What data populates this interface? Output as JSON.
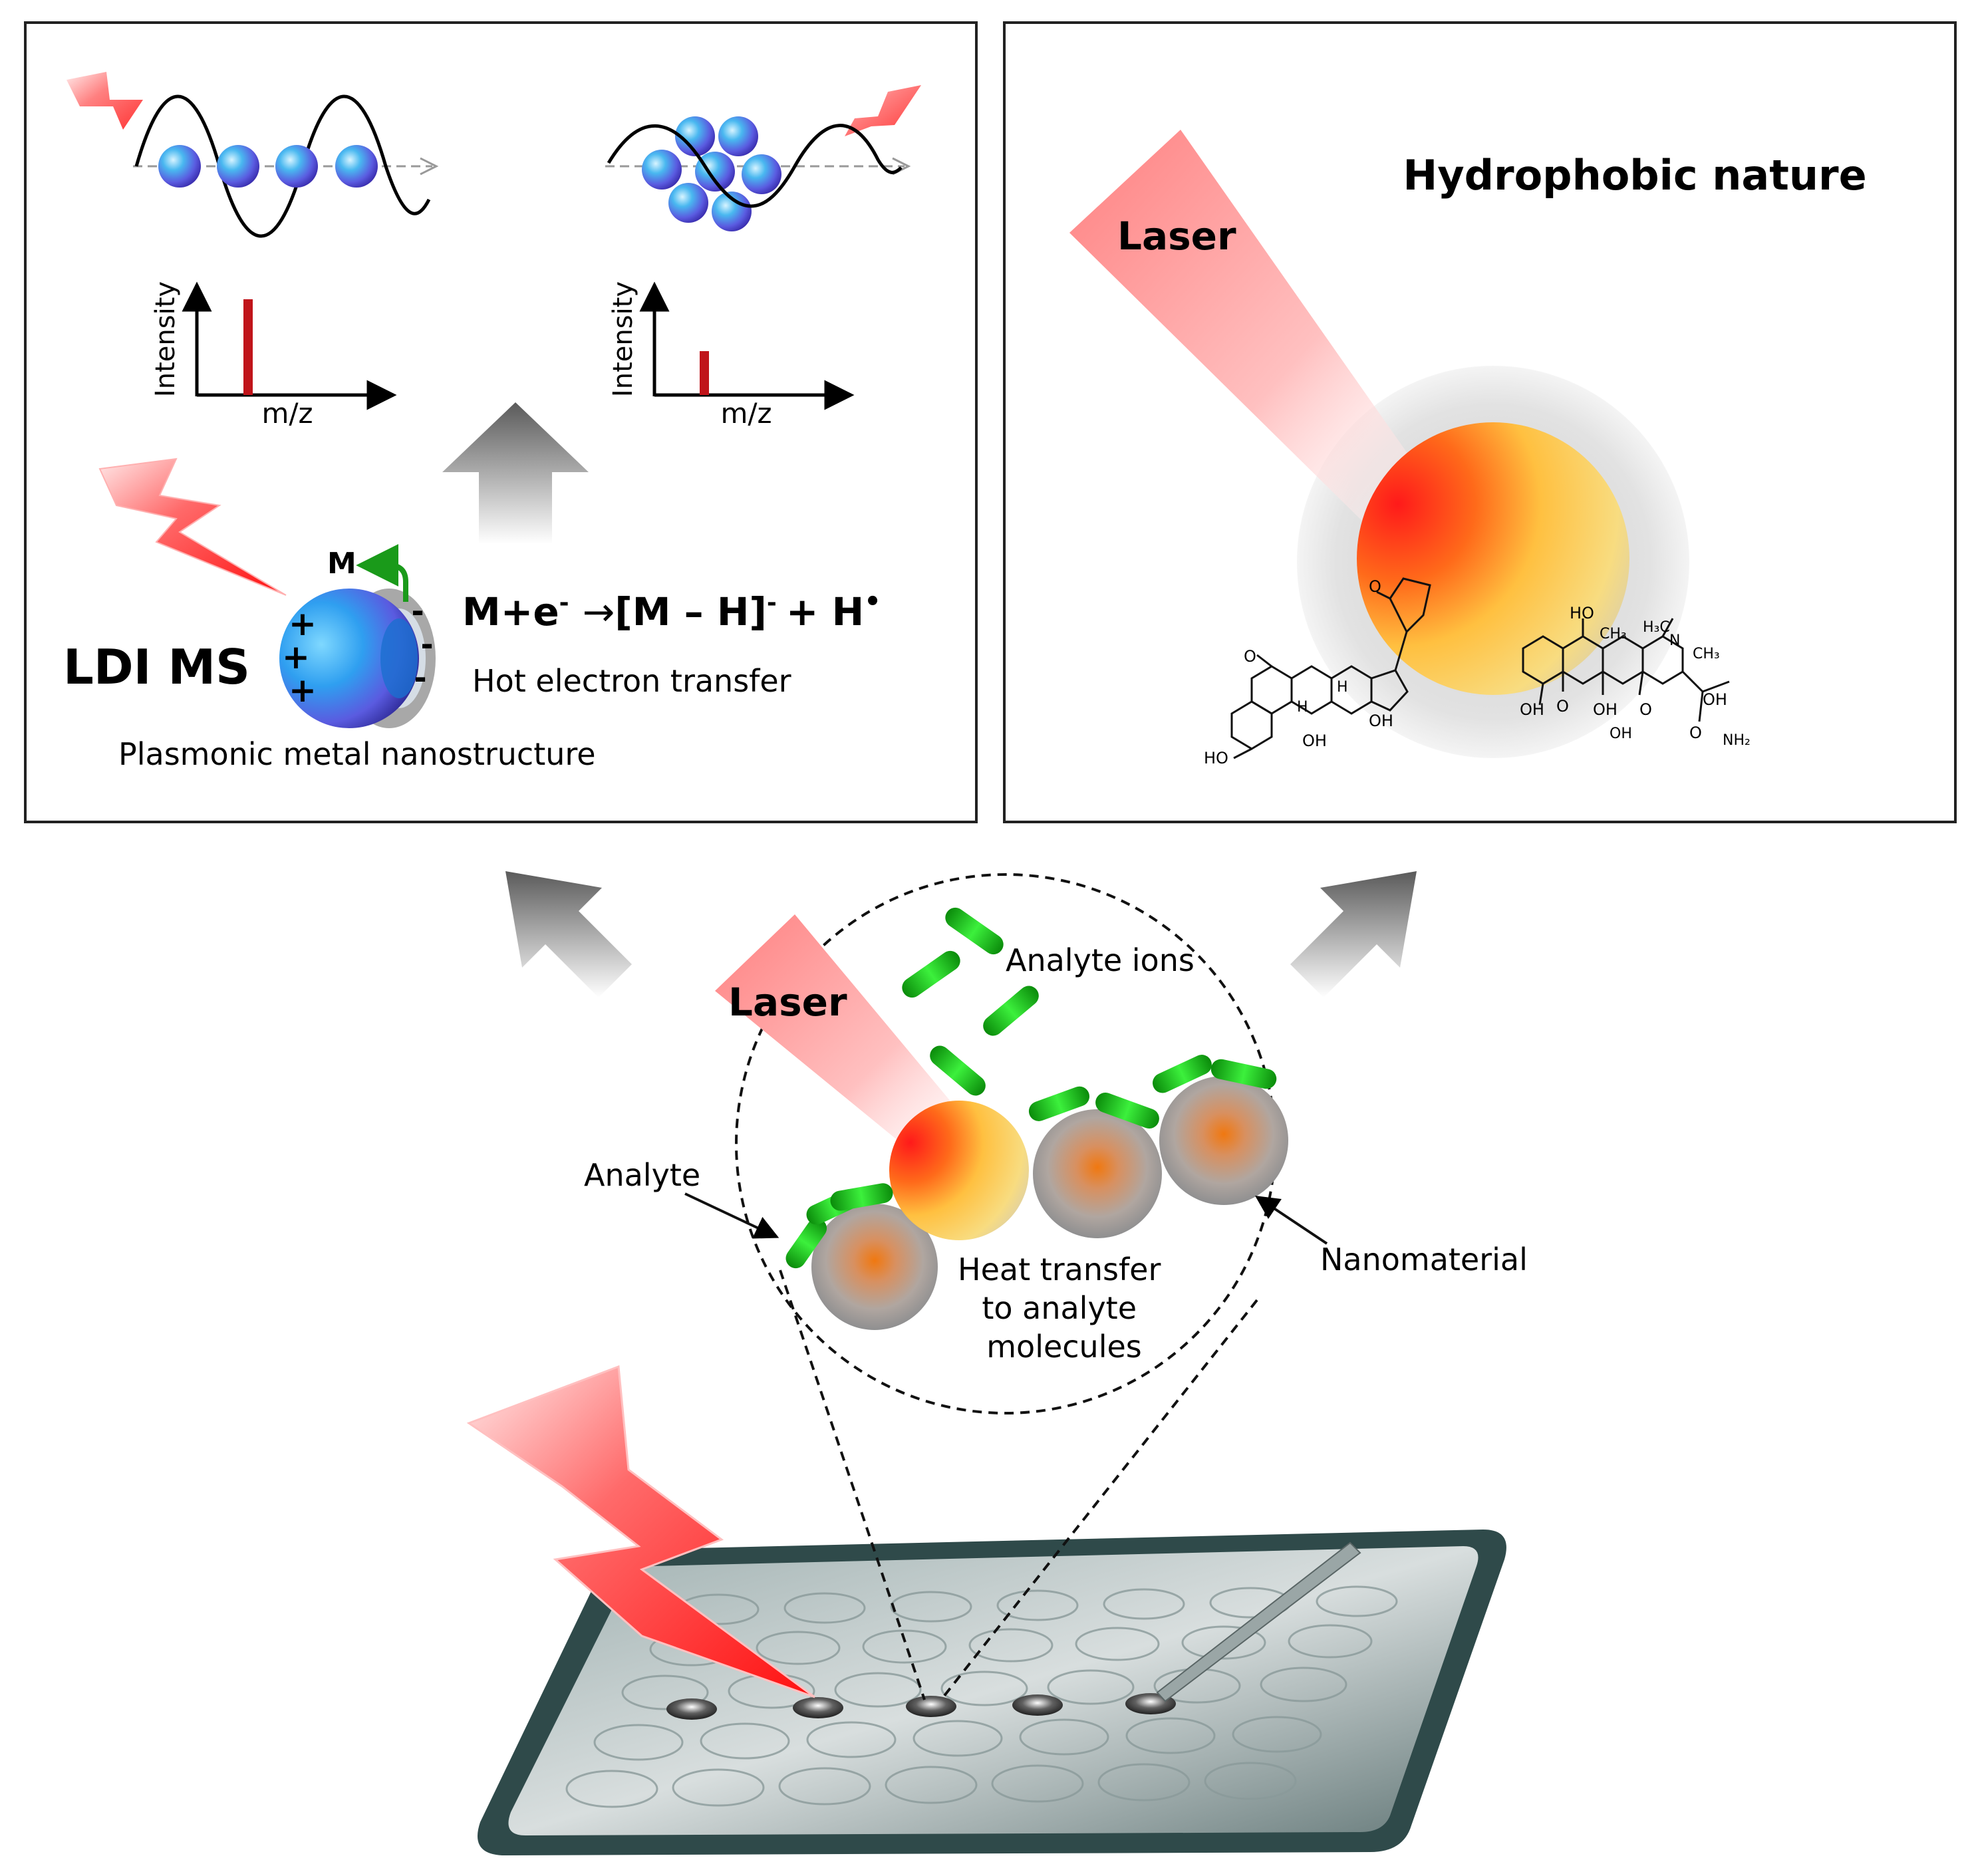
{
  "left_panel": {
    "y_axis_label": "Intensity",
    "x_axis_label": "m/z",
    "spectrum_left": {
      "peak_relative_height": 0.72
    },
    "spectrum_right": {
      "peak_relative_height": 0.33
    },
    "technique_label": "LDI MS",
    "metal_label": "M",
    "equation_lhs_base": "M+e",
    "equation_lhs_sup": "-",
    "equation_arrow": "→",
    "equation_rhs_base": "[M – H]",
    "equation_rhs_sup": "-",
    "equation_rhs_tail": "+ H",
    "equation_rhs_tail_sup": "•",
    "process_label": "Hot electron transfer",
    "caption": "Plasmonic metal nanostructure",
    "surface_plus_charge": "+",
    "surface_minus_charge": "-"
  },
  "right_panel": {
    "title": "Hydrophobic nature",
    "laser_label": "Laser",
    "chem_labels": {
      "ho": "HO",
      "oh": "OH",
      "ch3": "CH₃",
      "h3c": "H₃C",
      "n": "N",
      "nh2": "NH₂",
      "o": "O",
      "h": "H"
    }
  },
  "bottom": {
    "laser_label": "Laser",
    "analyte_ions_label": "Analyte ions",
    "analyte_label": "Analyte",
    "nanomaterial_label": "Nanomaterial",
    "heat_line1": "Heat transfer",
    "heat_line2": "to analyte",
    "heat_line3": "molecules"
  },
  "colors": {
    "laser_red": "#ff2a2a",
    "analyte_green": "#22cc22",
    "peak_red": "#c0141a",
    "sphere_blue": "#4a6cf0",
    "plate_dark": "#2f4a4a"
  }
}
